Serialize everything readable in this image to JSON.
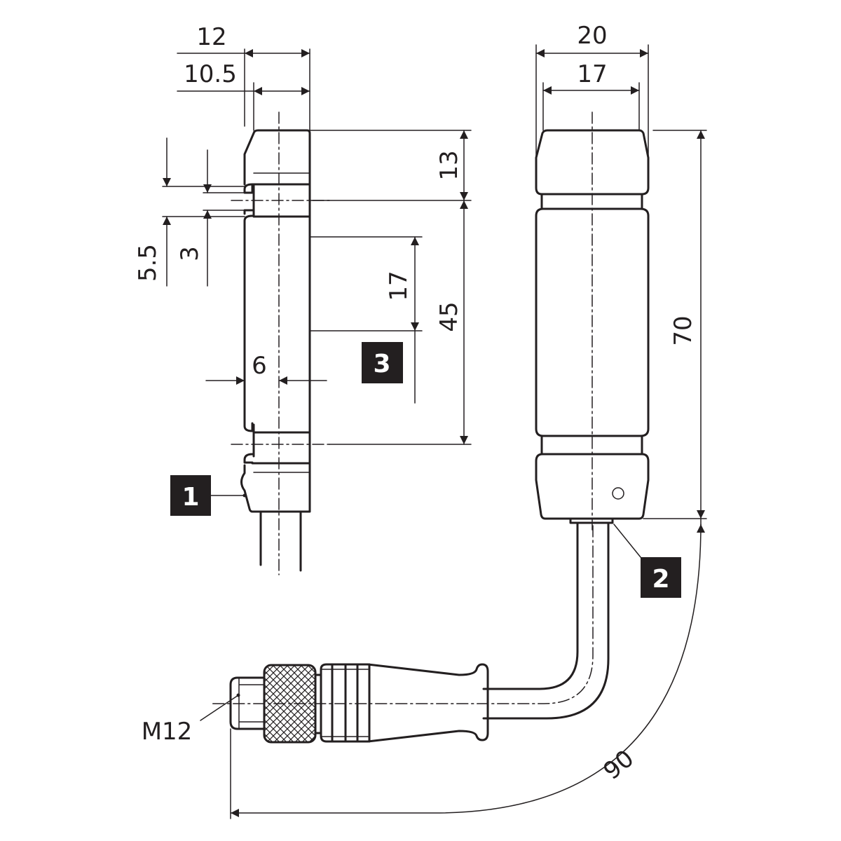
{
  "dimensions": {
    "side_width_outer": "12",
    "side_width_inner": "10.5",
    "front_width_outer": "20",
    "front_width_inner": "17",
    "top_cap_height": "13",
    "slot_height": "5.5",
    "groove_height": "3",
    "mark_zone_height": "17",
    "body_height": "45",
    "total_height": "70",
    "half_width": "6",
    "bend_radius": "90"
  },
  "callouts": {
    "c1": "1",
    "c2": "2",
    "c3": "3"
  },
  "labels": {
    "connector": "M12"
  }
}
